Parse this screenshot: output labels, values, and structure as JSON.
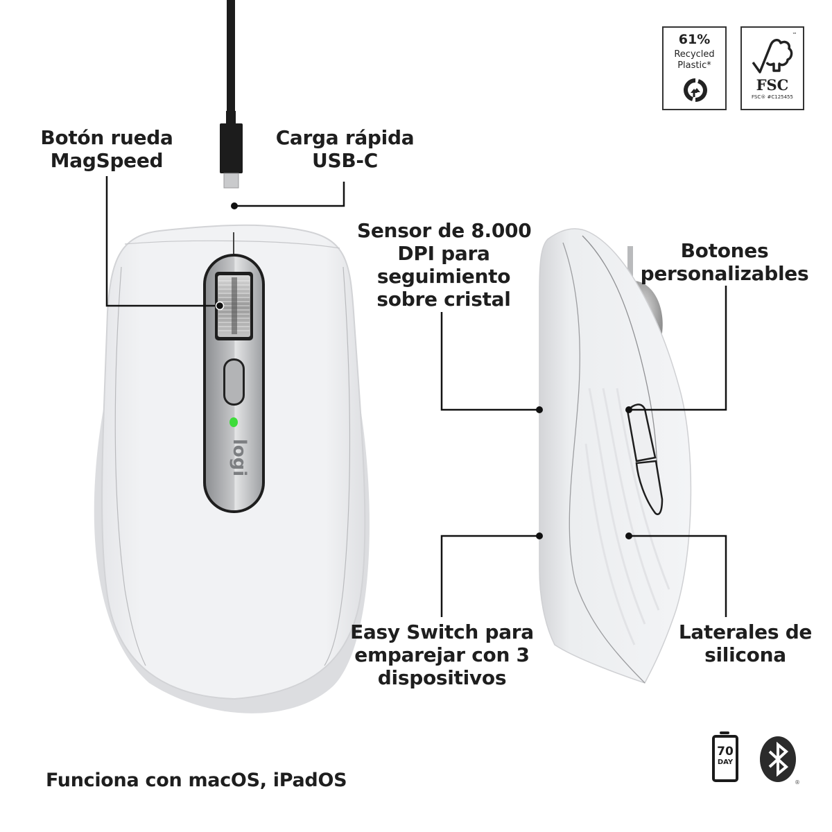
{
  "callouts": {
    "magspeed": [
      "Botón rueda",
      "MagSpeed"
    ],
    "usb_c": [
      "Carga rápida",
      "USB-C"
    ],
    "sensor": [
      "Sensor de 8.000",
      "DPI para",
      "seguimiento",
      "sobre cristal"
    ],
    "custom_buttons": [
      "Botones",
      "personalizables"
    ],
    "easy_switch": [
      "Easy Switch para",
      "emparejar con 3",
      "dispositivos"
    ],
    "silicone_sides": [
      "Laterales de",
      "silicona"
    ]
  },
  "badges": {
    "recycled": {
      "percent": "61%",
      "line1": "Recycled",
      "line2": "Plastic*",
      "icon": "recycle-icon"
    },
    "fsc": {
      "title": "FSC",
      "code": "FSC® #C125455",
      "tm": "™",
      "icon": "fsc-tree-check-icon"
    }
  },
  "footer": {
    "compatibility": "Funciona con macOS, iPadOS",
    "battery": {
      "number": "70",
      "unit": "DAY",
      "icon": "battery-icon"
    },
    "bluetooth": {
      "icon": "bluetooth-icon",
      "registered": "®"
    }
  },
  "product": {
    "brand_logo": "logi",
    "led_color": "#3ddc3a",
    "body_color": "#eeeff1",
    "accent_gray": "#a9abae"
  }
}
